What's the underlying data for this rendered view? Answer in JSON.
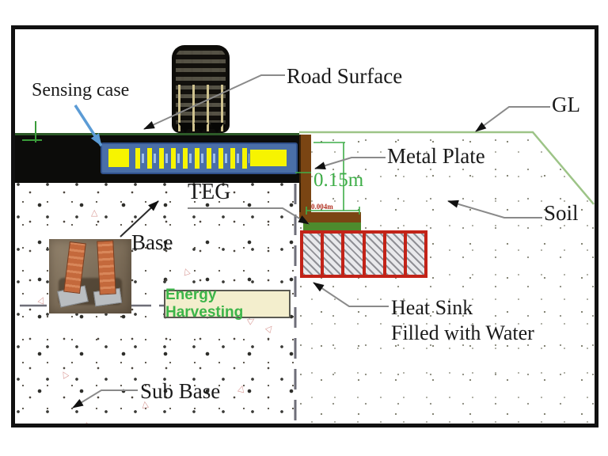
{
  "diagram": {
    "title_context": "Road energy-harvesting TEG cross-section diagram",
    "labels": {
      "sensing_case": "Sensing case",
      "road_surface": "Road Surface",
      "gl": "GL",
      "metal_plate": "Metal Plate",
      "teg": "TEG",
      "soil": "Soil",
      "base": "Base",
      "heat_sink_line1": "Heat Sink",
      "heat_sink_line2": "Filled with Water",
      "sub_base": "Sub Base",
      "energy_harvesting": "Energy Harvesting"
    },
    "dimensions": {
      "plate_depth": "0.15m",
      "teg_thickness": "0.004m"
    },
    "colors": {
      "gl_line_green": "#9dc487",
      "dimension_green": "#3fae49",
      "badge_text_green": "#3cb549",
      "badge_background": "#f3eecd",
      "heat_sink_red": "#c22318",
      "metal_plate_brown": "#7a4513",
      "teg_bar_green": "#4d8b2d",
      "sensing_case_blue": "#4a6fa8",
      "element_yellow": "#f7f400",
      "pointer_blue": "#5b9bd5",
      "asphalt_black": "#0c0c0a"
    }
  }
}
